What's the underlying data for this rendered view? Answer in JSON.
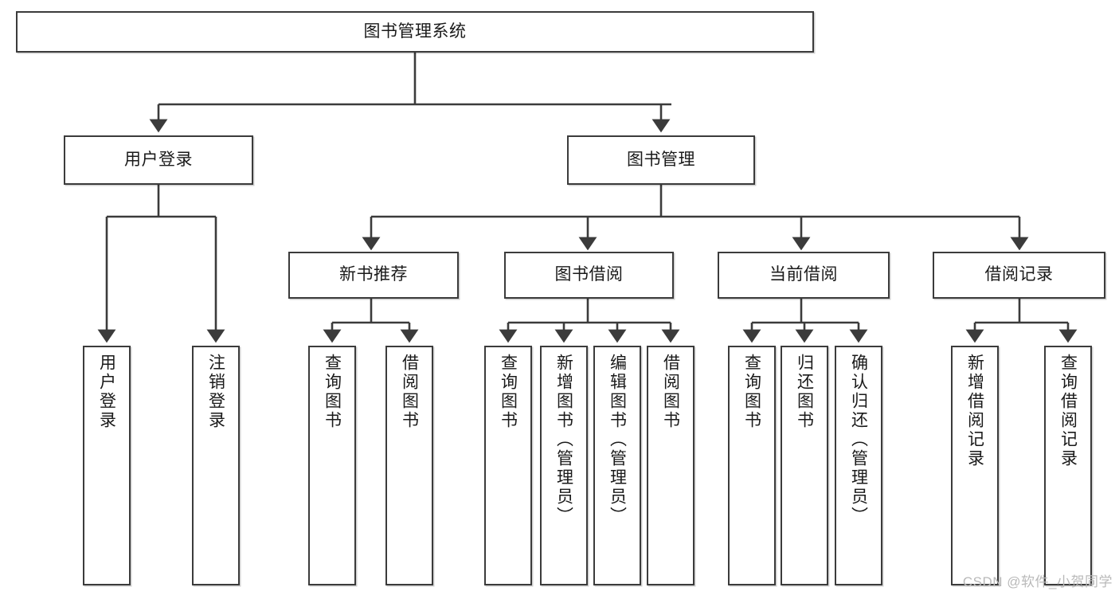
{
  "diagram": {
    "type": "hierarchy-tree",
    "title": "图书管理系统",
    "watermark": "CSDN @软件_小贺同学",
    "colors": {
      "box_stroke": "#3b3b3b",
      "edge_stroke": "#3b3b3b",
      "text": "#1a1a1a",
      "background": "#ffffff",
      "watermark": "#b9b9b9"
    },
    "nodes": {
      "root": {
        "label": "图书管理系统"
      },
      "level2": [
        {
          "id": "user-login",
          "label": "用户登录"
        },
        {
          "id": "book-manage",
          "label": "图书管理"
        }
      ],
      "level3": [
        {
          "id": "new-book-rec",
          "label": "新书推荐"
        },
        {
          "id": "book-borrow",
          "label": "图书借阅"
        },
        {
          "id": "current-borrow",
          "label": "当前借阅"
        },
        {
          "id": "borrow-record",
          "label": "借阅记录"
        }
      ],
      "leaves": {
        "user-login": [
          {
            "id": "leaf-user-login",
            "label": "用户登录"
          },
          {
            "id": "leaf-logout",
            "label": "注销登录"
          }
        ],
        "new-book-rec": [
          {
            "id": "leaf-query-book-1",
            "label": "查询图书"
          },
          {
            "id": "leaf-borrow-book-1",
            "label": "借阅图书"
          }
        ],
        "book-borrow": [
          {
            "id": "leaf-query-book-2",
            "label": "查询图书"
          },
          {
            "id": "leaf-add-book",
            "label": "新增图书（管理员）"
          },
          {
            "id": "leaf-edit-book",
            "label": "编辑图书（管理员）"
          },
          {
            "id": "leaf-borrow-book-2",
            "label": "借阅图书"
          }
        ],
        "current-borrow": [
          {
            "id": "leaf-query-book-3",
            "label": "查询图书"
          },
          {
            "id": "leaf-return-book",
            "label": "归还图书"
          },
          {
            "id": "leaf-confirm-return",
            "label": "确认归还（管理员）"
          }
        ],
        "borrow-record": [
          {
            "id": "leaf-add-record",
            "label": "新增借阅记录"
          },
          {
            "id": "leaf-query-record",
            "label": "查询借阅记录"
          }
        ]
      }
    }
  }
}
